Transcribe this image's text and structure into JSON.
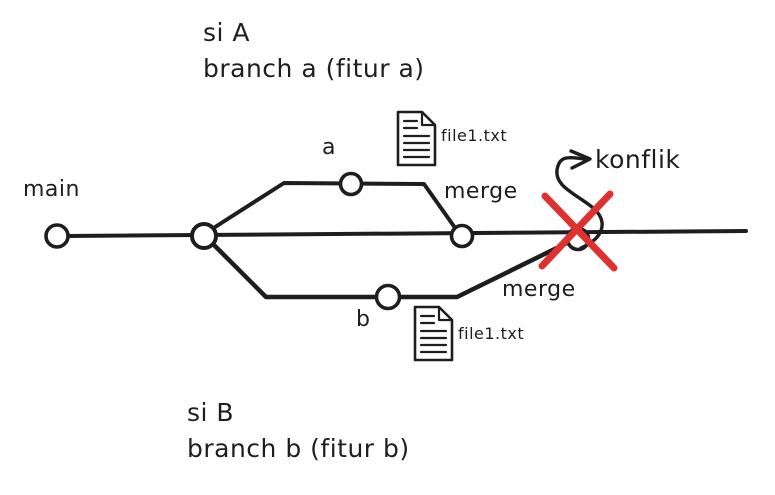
{
  "colors": {
    "stroke": "#1e1e1e",
    "conflict_red": "#e03131",
    "background": "#ffffff"
  },
  "notes": {
    "top_line1": "si A",
    "top_line2": "branch a (fitur a)",
    "bottom_line1": "si B",
    "bottom_line2": "branch b (fitur b)"
  },
  "labels": {
    "main_branch": "main",
    "branch_a": "a",
    "branch_b": "b",
    "merge_a": "merge",
    "merge_b": "merge",
    "conflict": "konflik",
    "file_a": "file1.txt",
    "file_b": "file1.txt"
  }
}
